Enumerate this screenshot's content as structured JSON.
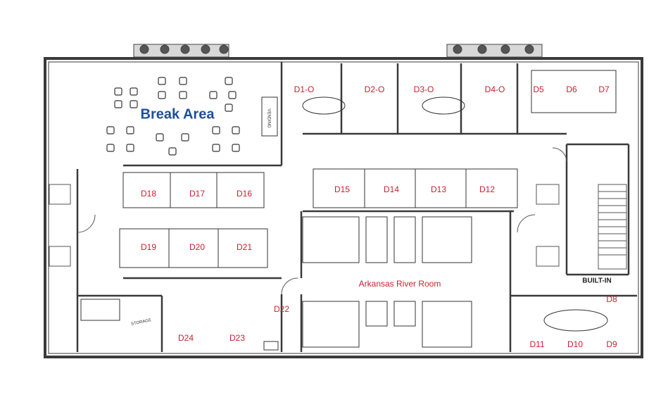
{
  "areas": {
    "break_area": "Break Area",
    "river_room": "Arkansas River Room",
    "built_in": "BUILT-IN",
    "storage": "STORAGE",
    "vending": "VENDING"
  },
  "desks": [
    "D1-O",
    "D2-O",
    "D3-O",
    "D4-O",
    "D5",
    "D6",
    "D7",
    "D8",
    "D9",
    "D10",
    "D11",
    "D12",
    "D13",
    "D14",
    "D15",
    "D16",
    "D17",
    "D18",
    "D19",
    "D20",
    "D21",
    "D22",
    "D23",
    "D24"
  ],
  "colors": {
    "desk_label": "#c8202f",
    "area_title": "#1f4e9a",
    "walls": "#3a3a3a"
  }
}
